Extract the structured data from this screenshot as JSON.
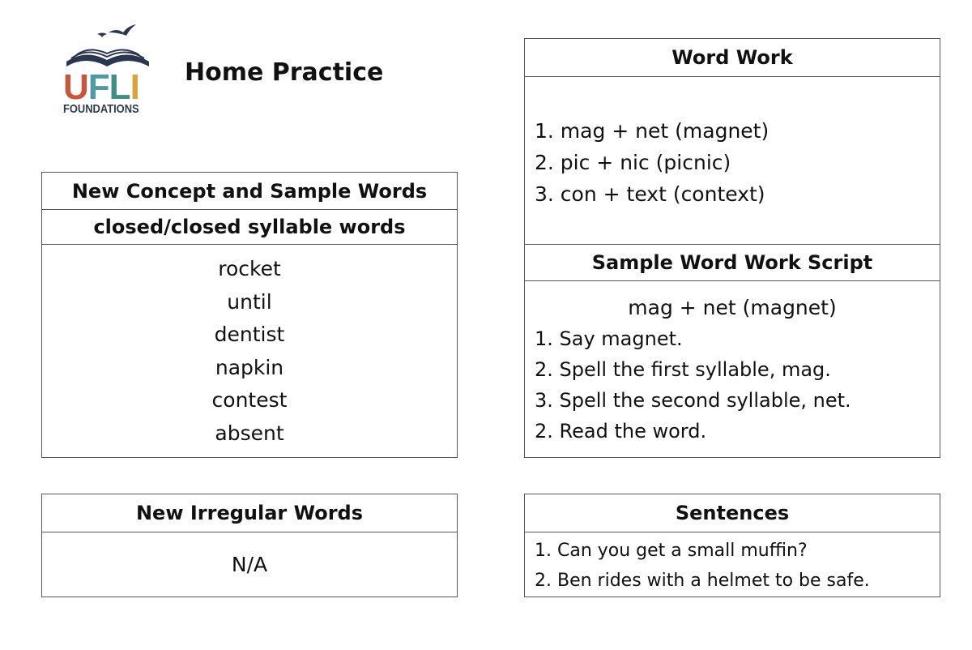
{
  "logo": {
    "letters": [
      "U",
      "F",
      "L",
      "I"
    ],
    "letter_colors": [
      "#c8573a",
      "#4f9aa8",
      "#3f8f86",
      "#d8a43a"
    ],
    "subtitle": "FOUNDATIONS",
    "icon": "open-book-with-birds-icon"
  },
  "header": {
    "title": "Home Practice"
  },
  "concept": {
    "heading": "New Concept and Sample Words",
    "subheading": "closed/closed syllable words",
    "words": [
      "rocket",
      "until",
      "dentist",
      "napkin",
      "contest",
      "absent"
    ]
  },
  "irregular": {
    "heading": "New Irregular Words",
    "value": "N/A"
  },
  "word_work": {
    "heading": "Word Work",
    "items": [
      "1. mag + net (magnet)",
      "2. pic + nic (picnic)",
      "3. con + text (context)"
    ]
  },
  "script": {
    "heading": "Sample Word Work Script",
    "example": "mag + net (magnet)",
    "steps": [
      "1. Say magnet.",
      "2. Spell the first syllable, mag.",
      "3. Spell the second syllable, net.",
      "2. Read the word."
    ]
  },
  "sentences": {
    "heading": "Sentences",
    "items": [
      "1. Can you get a small muffin?",
      "2. Ben rides with a helmet to be safe."
    ]
  }
}
